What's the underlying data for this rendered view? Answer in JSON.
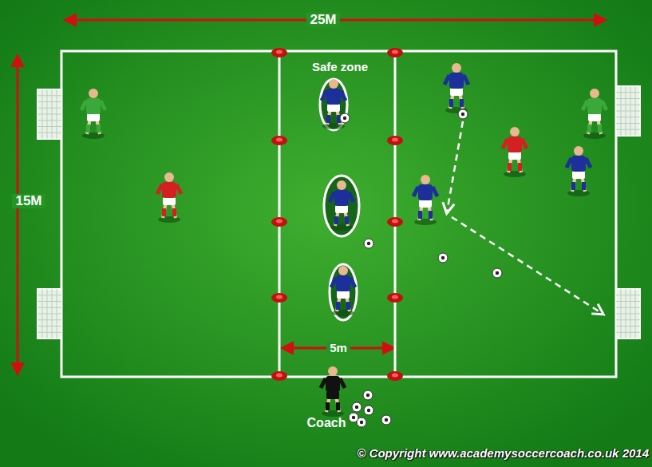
{
  "diagram": {
    "labels": [
      "25M",
      "15M",
      "Safe zone",
      "5m",
      "Coach",
      "© Copyright www.academysoccercoach.co.uk 2014"
    ]
  }
}
